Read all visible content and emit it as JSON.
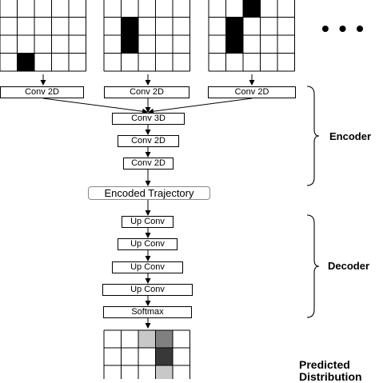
{
  "input_frames": [
    {
      "filled": [
        [
          3,
          1
        ]
      ]
    },
    {
      "filled": [
        [
          1,
          1
        ],
        [
          2,
          1
        ]
      ]
    },
    {
      "filled": [
        [
          0,
          2
        ],
        [
          1,
          1
        ],
        [
          2,
          1
        ]
      ]
    }
  ],
  "ellipsis": "• • •",
  "encoder": {
    "label": "Encoder",
    "conv2d_branches": [
      "Conv 2D",
      "Conv 2D",
      "Conv 2D"
    ],
    "conv3d": "Conv 3D",
    "conv2d_stack": [
      "Conv 2D",
      "Conv 2D"
    ]
  },
  "encoded_trajectory": "Encoded Trajectory",
  "decoder": {
    "label": "Decoder",
    "upconvs": [
      "Up Conv",
      "Up Conv",
      "Up Conv",
      "Up Conv"
    ],
    "softmax": "Softmax"
  },
  "output": {
    "label": "Predicted\nDistribution",
    "cells": [
      {
        "row": 0,
        "col": 2,
        "shade": "#c8c8c8"
      },
      {
        "row": 0,
        "col": 3,
        "shade": "#808080"
      },
      {
        "row": 1,
        "col": 3,
        "shade": "#383838"
      },
      {
        "row": 2,
        "col": 3,
        "shade": "#c8c8c8"
      }
    ]
  }
}
